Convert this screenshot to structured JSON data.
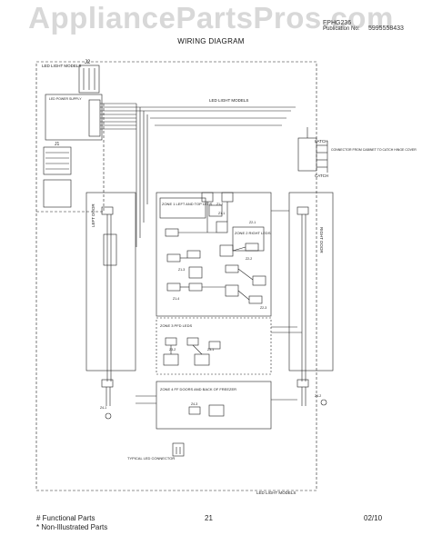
{
  "watermark": "AppliancePartsPros.com",
  "header": {
    "model_fragment": "FPHG236",
    "publication_label": "Publication No:",
    "publication_number": "5995558433",
    "title": "WIRING DIAGRAM"
  },
  "labels": {
    "led_light_models_top": "LED LIGHT MODELS",
    "led_light_models_mid": "LED LIGHT MODELS",
    "led_light_models_bottom": "LED LIGHT MODELS",
    "j2": "J2",
    "led_power_supply": "LED POWER SUPPLY",
    "j1": "J1",
    "left_door": "LEFT DOOR",
    "right_door": "RIGHT DOOR",
    "latch": "LATCH",
    "catch": "CATCH",
    "connector_note": "CONNECTOR FROM CABINET TO CATCH HINGE COVER",
    "zone1": "ZONE 1 LEFT AND TOP LEDS",
    "zone2": "ZONE 2 RIGHT LEDS",
    "zone3": "ZONE 3 PFD LEDS",
    "zone4": "ZONE 4 FF DOORS AND BACK OF FREEZER",
    "typical_connector": "TYPICAL LED CONNECTOR",
    "z1_1": "Z1-1",
    "z1_2": "Z1-2",
    "z1_3": "Z1-3",
    "z1_4": "Z1-4",
    "z2_1": "Z2-1",
    "z2_2": "Z2-2",
    "z2_3": "Z2-3",
    "z3_1": "Z3-1",
    "z3_2": "Z3-2",
    "z4_1": "Z4-1",
    "z4_2": "Z4-2",
    "z4_3": "Z4-3"
  },
  "footer": {
    "functional_parts": "# Functional Parts",
    "non_illustrated": "* Non-Illustrated Parts",
    "page_number": "21",
    "date": "02/10"
  }
}
